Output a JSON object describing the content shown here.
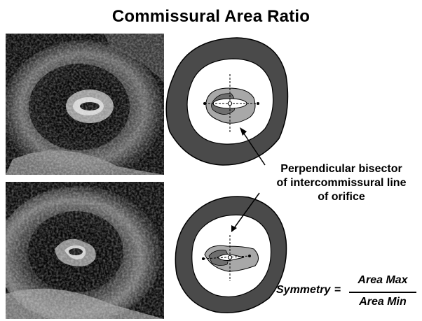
{
  "title": "Commissural Area Ratio",
  "annotation": {
    "lines": [
      "Perpendicular bisector",
      "of intercommissural line",
      "of orifice"
    ]
  },
  "formula": {
    "label": "Symmetry",
    "equals": "=",
    "numerator": "Area Max",
    "denominator": "Area Min"
  },
  "colors": {
    "ring": "#4a4a4a",
    "inner_white": "#ffffff",
    "leaflet_dark": "#6e6e6e",
    "leaflet_light": "#a8a8a8",
    "ultrasound_bg": "#000000"
  }
}
